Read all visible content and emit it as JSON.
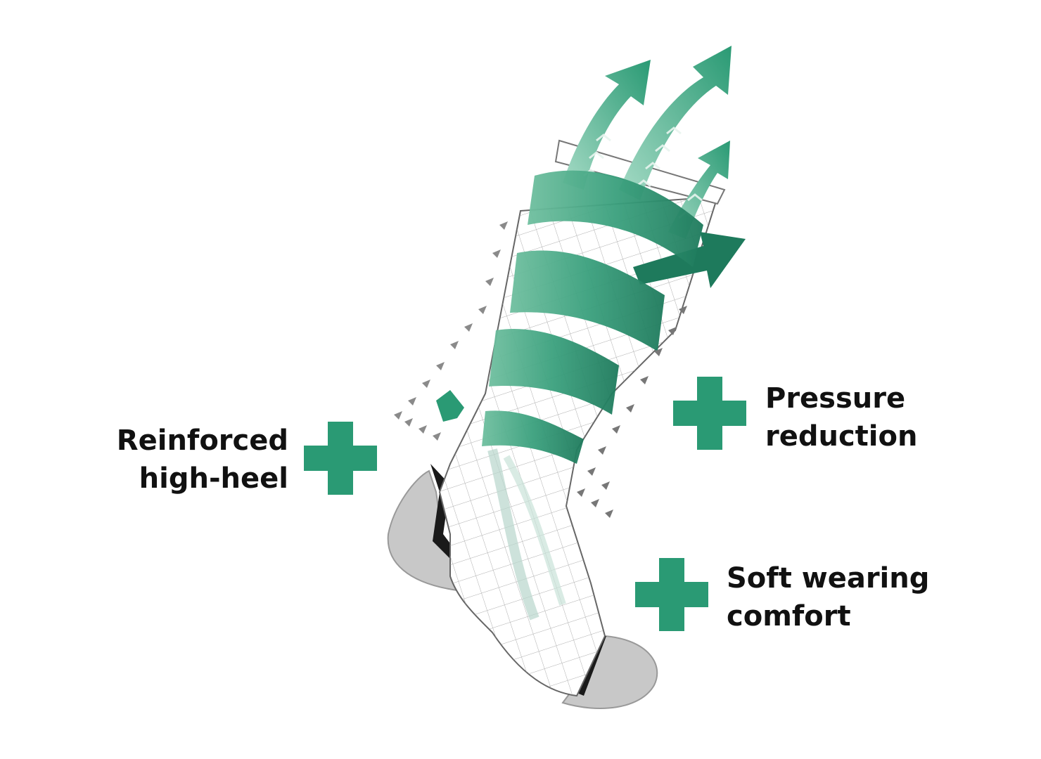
{
  "colors": {
    "accent": "#2a9a74",
    "accent_light": "#9fd4bf",
    "accent_dark": "#116a50",
    "text": "#111111",
    "sock_gray": "#c9c9c9",
    "mesh_line": "#8a8a8a"
  },
  "features": [
    {
      "id": "heel",
      "lines": [
        "Reinforced",
        "high-heel"
      ],
      "icon": "plus-icon"
    },
    {
      "id": "pressure",
      "lines": [
        "Pressure",
        "reduction"
      ],
      "icon": "plus-icon"
    },
    {
      "id": "comfort",
      "lines": [
        "Soft wearing",
        "comfort"
      ],
      "icon": "plus-icon"
    }
  ]
}
